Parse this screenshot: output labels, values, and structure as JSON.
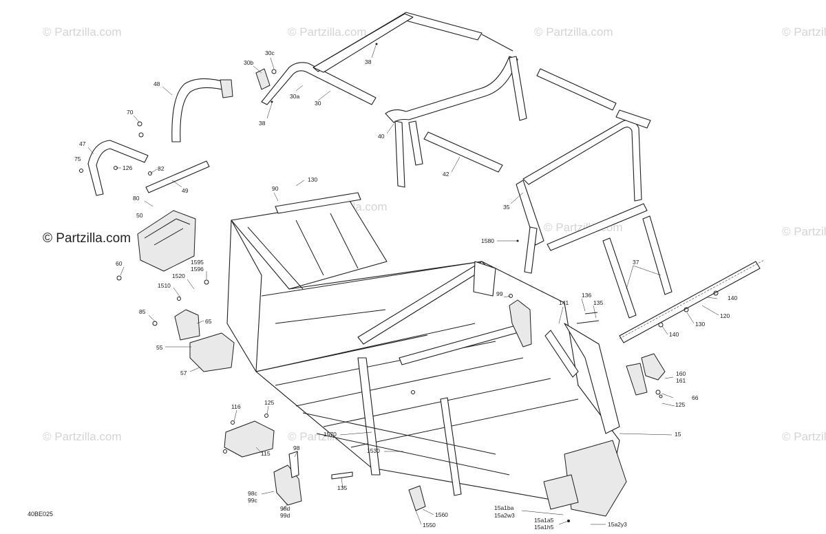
{
  "diagram": {
    "code": "40BE025",
    "brand": "© Partzilla.com",
    "watermarks": [
      "© Partzilla.com",
      "© Partzilla.com",
      "© Partzilla.com",
      "© Partzilla.com",
      "© Partzilla.com",
      "© Partzilla.com",
      "© Partzilla.com",
      "© Partzilla.com",
      "© Partzilla.com",
      "© Partzilla.com"
    ],
    "callouts": [
      "30c",
      "30b",
      "48",
      "30a",
      "30",
      "38",
      "38",
      "70",
      "47",
      "75",
      "126",
      "82",
      "49",
      "90",
      "130",
      "40",
      "42",
      "35",
      "80",
      "50",
      "1580",
      "37",
      "60",
      "1595",
      "1596",
      "1520",
      "1510",
      "85",
      "65",
      "55",
      "57",
      "99",
      "141",
      "136",
      "135",
      "140",
      "130",
      "120",
      "140",
      "160",
      "161",
      "66",
      "125",
      "15",
      "116",
      "125",
      "115",
      "1570",
      "1530",
      "98",
      "135",
      "98c",
      "99c",
      "98d",
      "99d",
      "1560",
      "1550",
      "15a1ba",
      "15a2w3",
      "15a1a5",
      "15a1h5",
      "15a2y3"
    ]
  }
}
